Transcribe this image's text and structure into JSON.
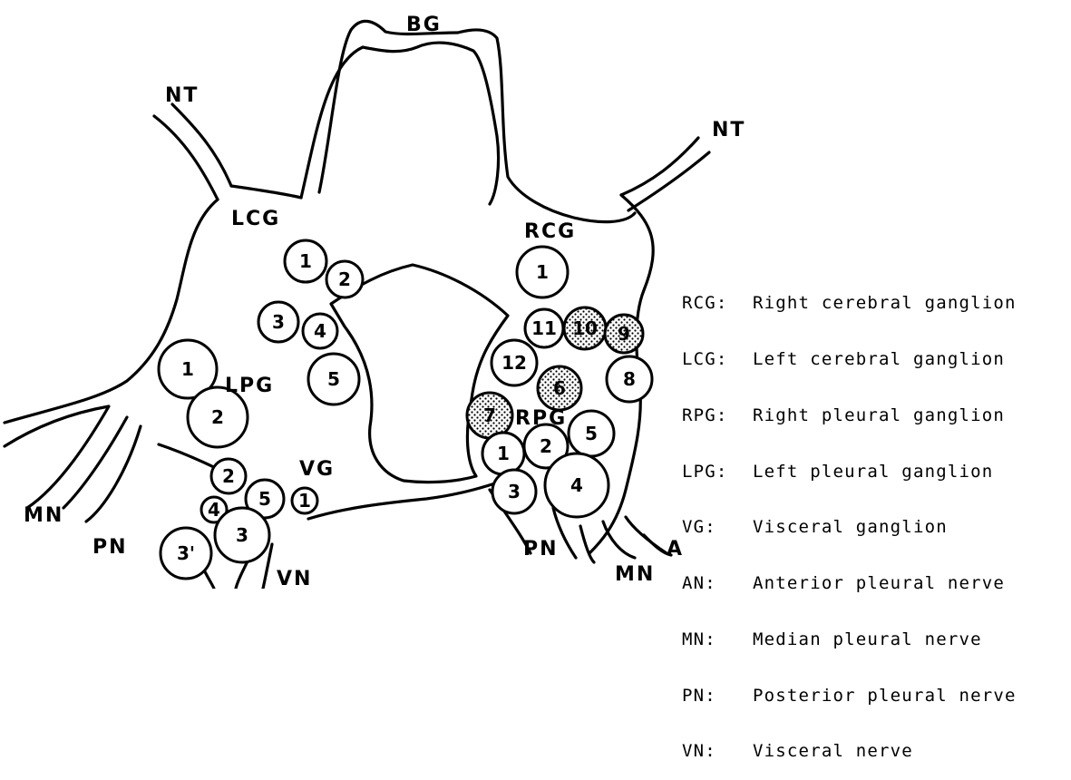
{
  "structure_labels": {
    "bg": "BG",
    "nt_left": "NT",
    "nt_right": "NT",
    "lcg": "LCG",
    "rcg": "RCG",
    "lpg": "LPG",
    "rpg": "RPG",
    "vg": "VG",
    "mn_left": "MN",
    "pn_left": "PN",
    "vn": "VN",
    "pn_right": "PN",
    "mn_right": "MN",
    "a": "A"
  },
  "cells": {
    "lcg_1": "1",
    "lcg_2": "2",
    "lcg_3": "3",
    "lcg_4": "4",
    "lcg_5": "5",
    "rcg_1": "1",
    "lpg_1": "1",
    "lpg_2": "2",
    "vg_1": "1",
    "vg_2": "2",
    "vg_3": "3",
    "vg_3p": "3'",
    "vg_4": "4",
    "vg_5": "5",
    "rpg_1": "1",
    "rpg_2": "2",
    "rpg_3": "3",
    "rpg_4": "4",
    "rpg_5": "5",
    "rpg_6": "6",
    "rpg_7": "7",
    "rpg_8": "8",
    "rpg_9": "9",
    "rpg_10": "10",
    "rpg_11": "11",
    "rpg_12": "12"
  },
  "legend": [
    {
      "abbr": "RCG:",
      "text": "Right cerebral ganglion"
    },
    {
      "abbr": "LCG:",
      "text": "Left cerebral ganglion"
    },
    {
      "abbr": "RPG:",
      "text": "Right pleural ganglion"
    },
    {
      "abbr": "LPG:",
      "text": "Left pleural ganglion"
    },
    {
      "abbr": "VG:",
      "text": "Visceral ganglion"
    },
    {
      "abbr": "AN:",
      "text": "Anterior pleural nerve"
    },
    {
      "abbr": "MN:",
      "text": "Median pleural nerve"
    },
    {
      "abbr": "PN:",
      "text": "Posterior pleural nerve"
    },
    {
      "abbr": "VN:",
      "text": "Visceral nerve"
    }
  ]
}
